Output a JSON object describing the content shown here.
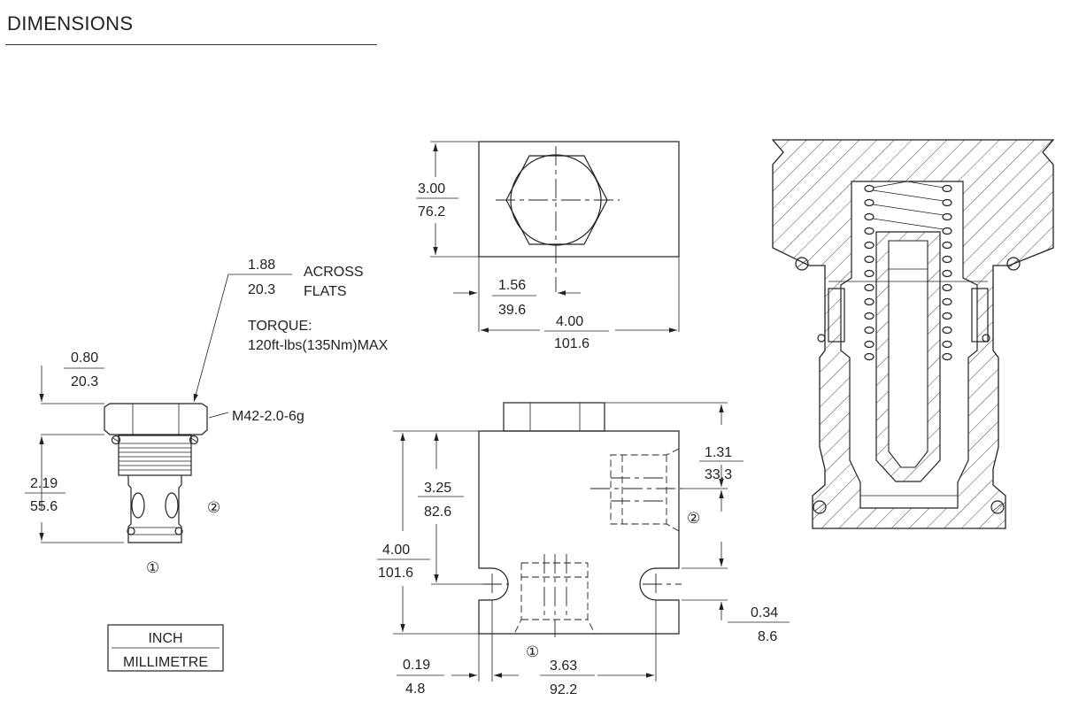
{
  "heading": "DIMENSIONS",
  "cartridge": {
    "flats_in": "1.88",
    "flats_mm": "20.3",
    "flats_word1": "ACROSS",
    "flats_word2": "FLATS",
    "torque_label": "TORQUE:",
    "torque_value": "120ft-lbs(135Nm)MAX",
    "hex_height_in": "0.80",
    "hex_height_mm": "20.3",
    "thread": "M42-2.0-6g",
    "body_length_in": "2.19",
    "body_length_mm": "55.6",
    "port1": "①",
    "port2": "②"
  },
  "legend": {
    "top": "INCH",
    "bottom": "MILLIMETRE"
  },
  "top_view": {
    "height_in": "3.00",
    "height_mm": "76.2",
    "offset_in": "1.56",
    "offset_mm": "39.6",
    "width_in": "4.00",
    "width_mm": "101.6"
  },
  "front_view": {
    "total_height_in": "4.00",
    "total_height_mm": "101.6",
    "mount_height_in": "3.25",
    "mount_height_mm": "82.6",
    "port2_in": "1.31",
    "port2_mm": "33.3",
    "slot_in": "0.34",
    "slot_mm": "8.6",
    "edge_in": "0.19",
    "edge_mm": "4.8",
    "slot_spacing_in": "3.63",
    "slot_spacing_mm": "92.2",
    "port1": "①",
    "port2": "②"
  }
}
